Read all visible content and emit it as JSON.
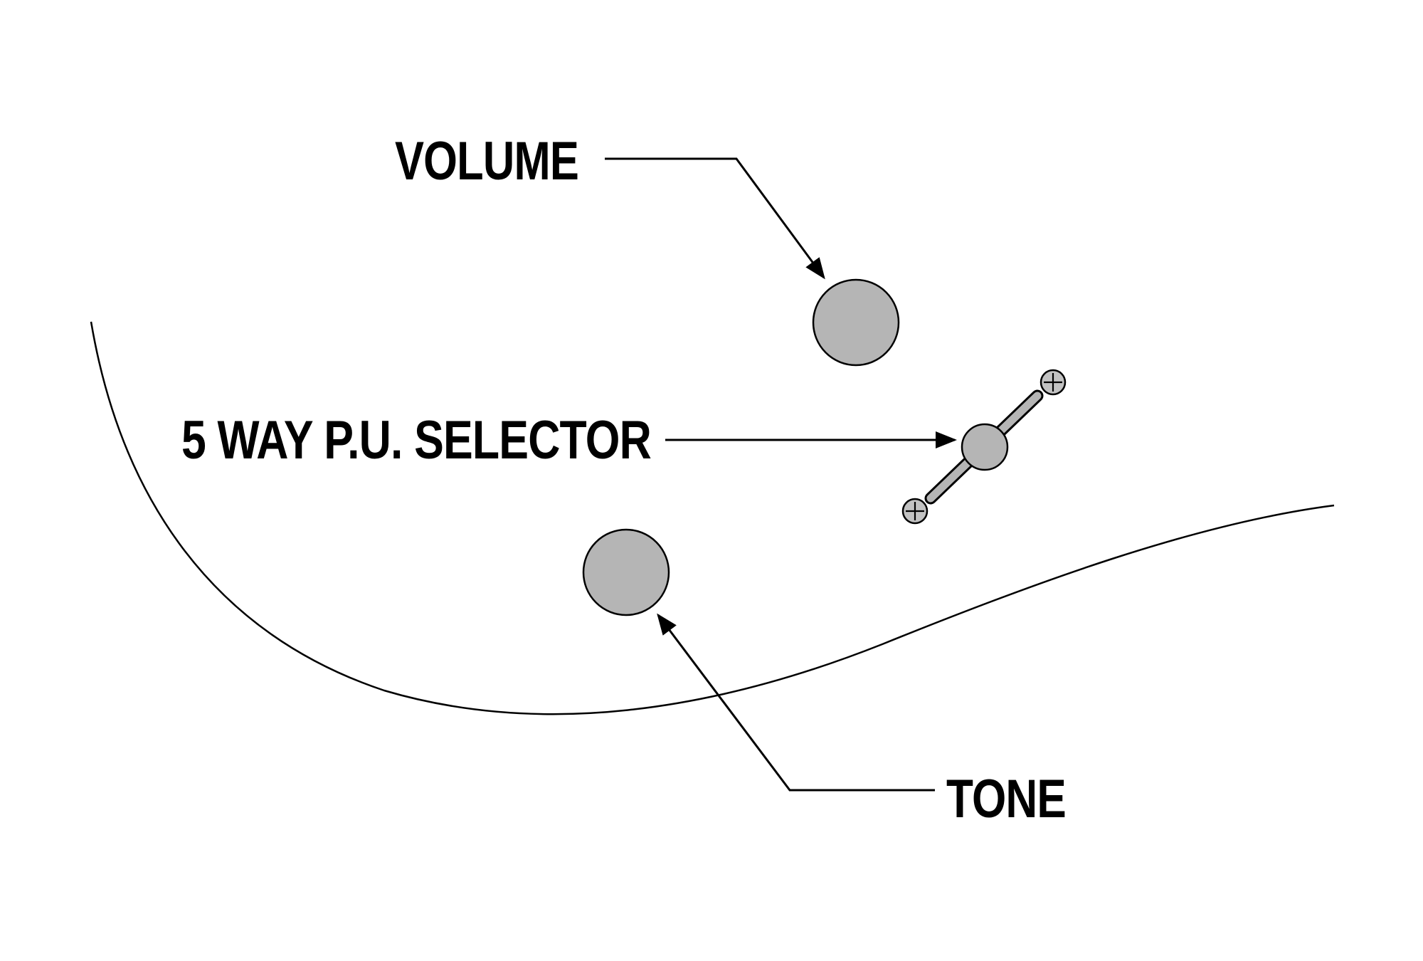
{
  "diagram": {
    "labels": {
      "volume": "VOLUME",
      "selector": "5 WAY P.U. SELECTOR",
      "tone": "TONE"
    },
    "colors": {
      "knob_fill": "#b5b5b5",
      "screw_fill": "#c2c2c2",
      "line": "#000000",
      "background": "#ffffff"
    },
    "parts": {
      "volume_knob": "volume-knob",
      "tone_knob": "tone-knob",
      "selector_switch": "5-way-pickup-selector-switch"
    }
  }
}
